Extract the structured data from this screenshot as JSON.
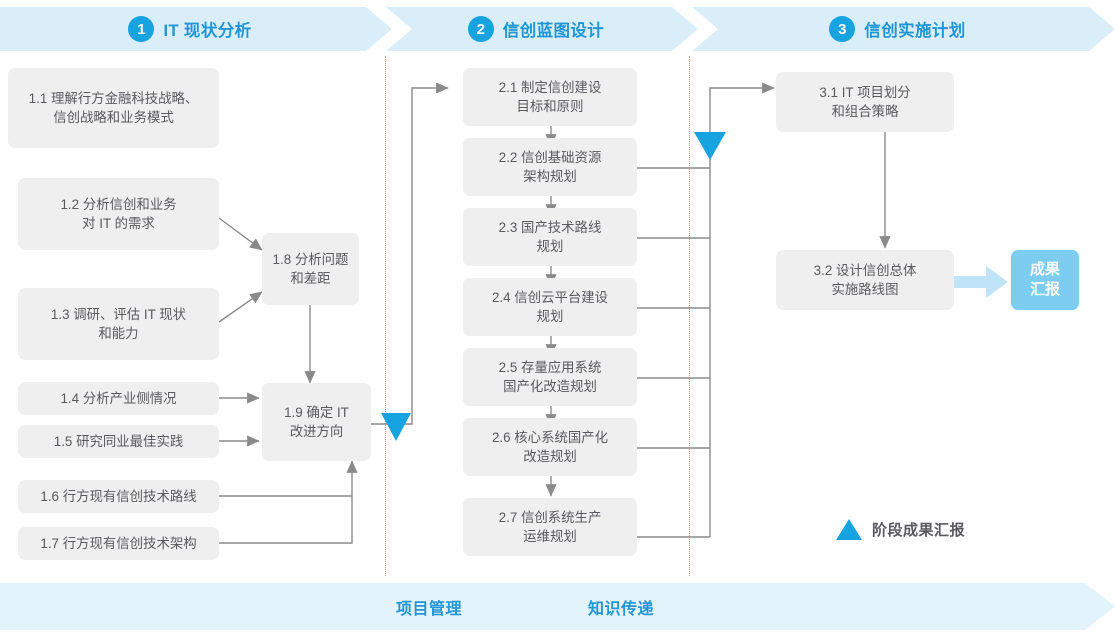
{
  "phases": [
    {
      "num": "1",
      "title": "IT 现状分析"
    },
    {
      "num": "2",
      "title": "信创蓝图设计"
    },
    {
      "num": "3",
      "title": "信创实施计划"
    }
  ],
  "phase1_boxes": [
    {
      "id": "1.1",
      "text": "1.1 理解行方金融科技战略、\n信创战略和业务模式"
    },
    {
      "id": "1.2",
      "text": "1.2 分析信创和业务\n对 IT 的需求"
    },
    {
      "id": "1.3",
      "text": "1.3 调研、评估 IT 现状\n和能力"
    },
    {
      "id": "1.4",
      "text": "1.4 分析产业侧情况"
    },
    {
      "id": "1.5",
      "text": "1.5 研究同业最佳实践"
    },
    {
      "id": "1.6",
      "text": "1.6 行方现有信创技术路线"
    },
    {
      "id": "1.7",
      "text": "1.7 行方现有信创技术架构"
    },
    {
      "id": "1.8",
      "text": "1.8 分析问题\n和差距"
    },
    {
      "id": "1.9",
      "text": "1.9 确定 IT\n改进方向"
    }
  ],
  "phase2_boxes": [
    {
      "id": "2.1",
      "text": "2.1 制定信创建设\n目标和原则"
    },
    {
      "id": "2.2",
      "text": "2.2 信创基础资源\n架构规划"
    },
    {
      "id": "2.3",
      "text": "2.3 国产技术路线\n规划"
    },
    {
      "id": "2.4",
      "text": "2.4 信创云平台建设\n规划"
    },
    {
      "id": "2.5",
      "text": "2.5 存量应用系统\n国产化改造规划"
    },
    {
      "id": "2.6",
      "text": "2.6 核心系统国产化\n改造规划"
    },
    {
      "id": "2.7",
      "text": "2.7 信创系统生产\n运维规划"
    }
  ],
  "phase3_boxes": [
    {
      "id": "3.1",
      "text": "3.1 IT 项目划分\n和组合策略"
    },
    {
      "id": "3.2",
      "text": "3.2 设计信创总体\n实施路线图"
    }
  ],
  "result_badge": {
    "text": "成果\n汇报"
  },
  "legend": {
    "label": "阶段成果汇报",
    "marker": "triangle-up"
  },
  "bottom_bar": {
    "labels": [
      "项目管理",
      "知识传递"
    ]
  },
  "colors": {
    "band_bg": "#daeef9",
    "accent_blue": "#2196d6",
    "circle_blue": "#17a3e0",
    "box_bg": "#efefef",
    "box_text": "#5a5a5e",
    "result_bg": "#7ccdf0",
    "connector": "#8a8a8a",
    "divider": "#59c3e8",
    "bottom_bg": "#e3f3fb"
  }
}
